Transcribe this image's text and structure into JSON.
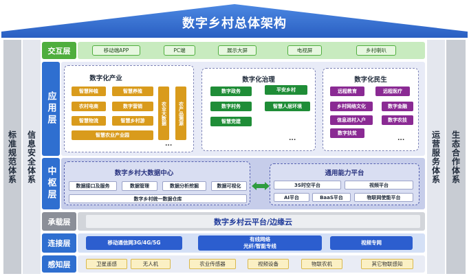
{
  "title": "数字乡村总体架构",
  "side_left": [
    "标准规范体系",
    "信息安全体系"
  ],
  "side_right": [
    "运营服务体系",
    "生态合作体系"
  ],
  "interaction": {
    "label": "交互层",
    "items": [
      "移动端APP",
      "PC端",
      "展示大屏",
      "电视屏",
      "乡村喇叭"
    ]
  },
  "application": {
    "label": "应用层",
    "industry": {
      "title": "数字化产业",
      "items": [
        "智慧种植",
        "智慧养殖",
        "农村电商",
        "数字营销",
        "智慧物流",
        "智慧乡村游"
      ],
      "wide_item": "智慧农业产业园",
      "vertical_items": [
        "农业大数据",
        "农产品溯源"
      ],
      "more": "..."
    },
    "governance": {
      "title": "数字化治理",
      "items": [
        "数字政务",
        "平安乡村",
        "数字村务",
        "智慧人居环境",
        "智慧党建"
      ],
      "more": "..."
    },
    "livelihood": {
      "title": "数字化民生",
      "items": [
        "远程教育",
        "远程医疗",
        "乡村网络文化",
        "数字金融",
        "信息进村入户",
        "数字农技",
        "数字扶贫"
      ],
      "more": "..."
    }
  },
  "hub": {
    "label": "中枢层",
    "bigdata": {
      "title": "数字乡村大数据中心",
      "items": [
        "数据接口及服务",
        "数据管理",
        "数据分析挖掘",
        "数据可视化"
      ],
      "warehouse": "数字乡村统一数据仓库"
    },
    "platform": {
      "title": "通用能力平台",
      "items": [
        "3S时空平台",
        "视频平台",
        "AI平台",
        "BaaS平台",
        "物联网使能平台"
      ]
    }
  },
  "bearing": {
    "label": "承载层",
    "content": "数字乡村云平台/边缘云"
  },
  "connection": {
    "label": "连接层",
    "items": [
      "移动通信网3G/4G/5G",
      "有线网络",
      "光纤/智能专线",
      "视频专网"
    ]
  },
  "perception": {
    "label": "感知层",
    "items": [
      "卫星遥感",
      "无人机",
      "农业传感器",
      "视频设备",
      "物联农机",
      "其它物联感知"
    ]
  },
  "colors": {
    "roof": "#2f6fd0",
    "row_label_blue": "#2f6fd0",
    "row_label_green": "#4fae3e",
    "row_label_gray": "#8b8f98",
    "gold": "#d99b1c",
    "green": "#1f8d37",
    "purple": "#8a2a93"
  }
}
